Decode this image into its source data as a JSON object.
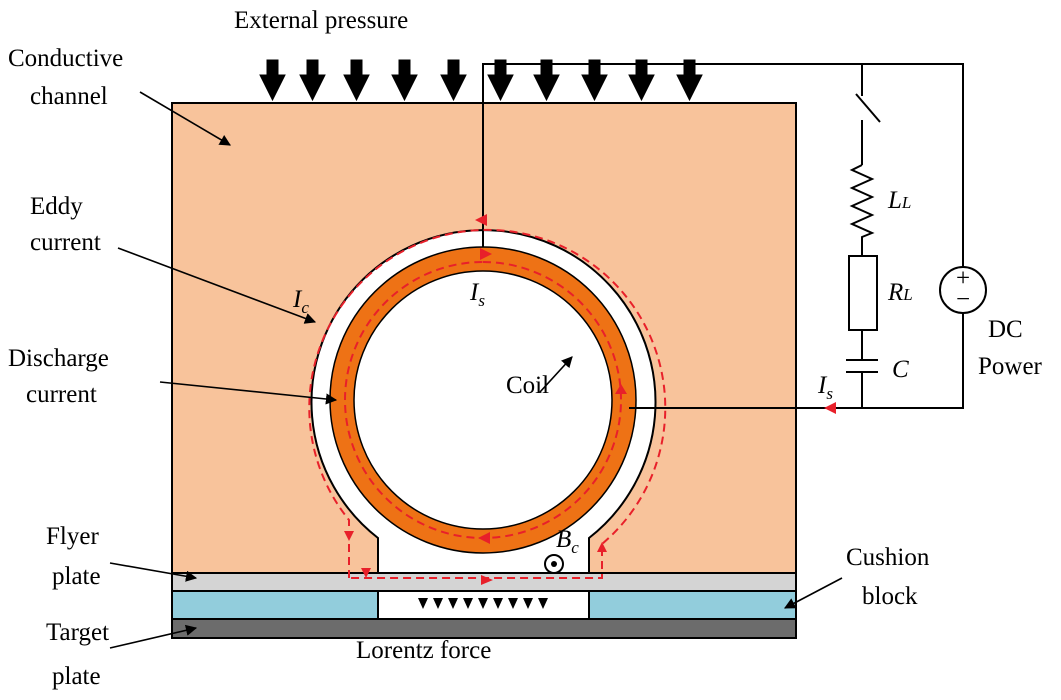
{
  "labels": {
    "external_pressure": "External pressure",
    "conductive_channel_1": "Conductive",
    "conductive_channel_2": "channel",
    "eddy_current_1": "Eddy",
    "eddy_current_2": "current",
    "discharge_current_1": "Discharge",
    "discharge_current_2": "current",
    "flyer_plate_1": "Flyer",
    "flyer_plate_2": "plate",
    "target_plate_1": "Target",
    "target_plate_2": "plate",
    "cushion_block_1": "Cushion",
    "cushion_block_2": "block",
    "coil": "Coil",
    "lorentz_force": "Lorentz force",
    "dc_power_1": "DC",
    "dc_power_2": "Power"
  },
  "symbols": {
    "ic_main": "I",
    "ic_sub": "c",
    "is_top_main": "I",
    "is_top_sub": "s",
    "is_wire_main": "I",
    "is_wire_sub": "s",
    "bc_main": "B",
    "bc_sub": "c",
    "ll_main": "L",
    "ll_sub": "L",
    "rl_main": "R",
    "rl_sub": "L",
    "c": "C",
    "plus": "+",
    "minus": "−"
  },
  "colors": {
    "channel": "#F8C39B",
    "coil": "#EE7215",
    "flyer": "#D4D4D4",
    "cushion": "#92CDDC",
    "target": "#6C6C6C",
    "current": "#E8202A",
    "outline": "#000000"
  }
}
